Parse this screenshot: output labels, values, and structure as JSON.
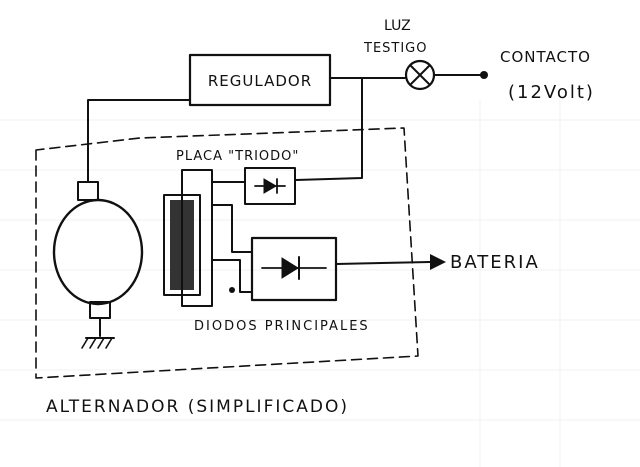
{
  "diagram": {
    "regulator_label": "REGULADOR",
    "lamp_label_line1": "LUZ",
    "lamp_label_line2": "TESTIGO",
    "contact_label_line1": "CONTACTO",
    "contact_label_line2": "(12Volt)",
    "triode_plate_label": "PLACA \"TRIODO\"",
    "battery_label": "BATERIA",
    "main_diodes_label": "DIODOS PRINCIPALES",
    "alternator_label": "ALTERNADOR (SIMPLIFICADO)"
  },
  "colors": {
    "paper": "#ffffff",
    "ink": "#111111",
    "faint_grid": "#e9e9ee"
  }
}
